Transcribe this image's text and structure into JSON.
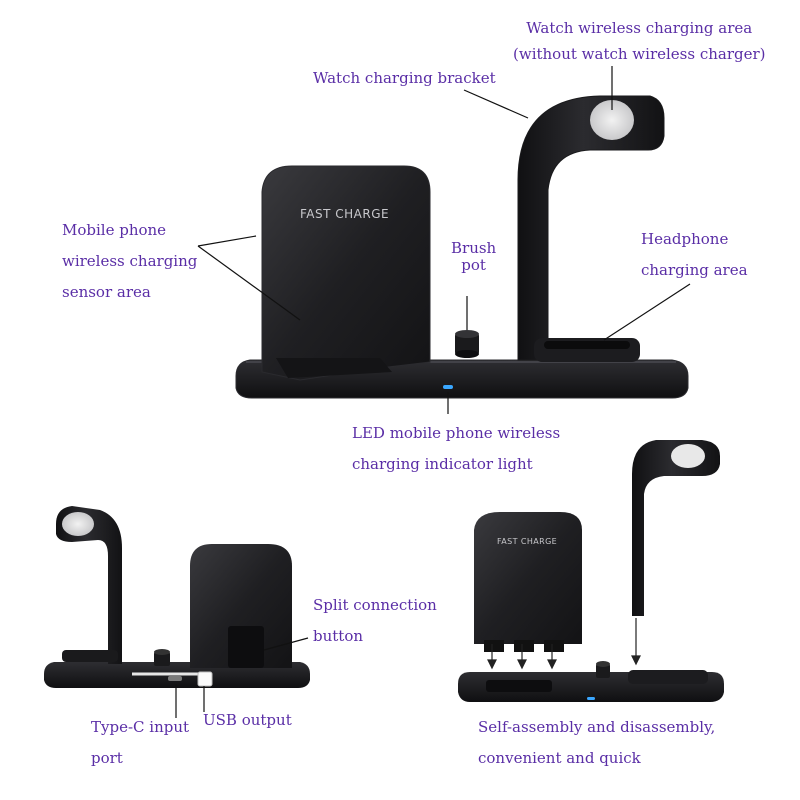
{
  "labels": {
    "watch_area_line1": "Watch wireless charging area",
    "watch_area_line2": "(without watch wireless charger)",
    "watch_bracket": "Watch charging bracket",
    "phone_sensor_line1": "Mobile phone",
    "phone_sensor_line2": "wireless charging",
    "phone_sensor_line3": "sensor area",
    "brush_pot_line1": "Brush",
    "brush_pot_line2": "pot",
    "headphone_line1": "Headphone",
    "headphone_line2": "charging area",
    "led_line1": "LED mobile phone wireless",
    "led_line2": "charging indicator light",
    "split_line1": "Split connection",
    "split_line2": "button",
    "typec_line1": "Type-C input",
    "typec_line2": "port",
    "usb_output": "USB output",
    "assembly_line1": "Self-assembly and disassembly,",
    "assembly_line2": "convenient and quick"
  },
  "product": {
    "pad_text_main": "FAST CHARGE",
    "pad_text_small": "FAST CHARGE"
  },
  "colors": {
    "label": "#5a2ea6",
    "body": "#1b1b1d",
    "edge": "#2c2c30",
    "led": "#3aa7ff"
  }
}
